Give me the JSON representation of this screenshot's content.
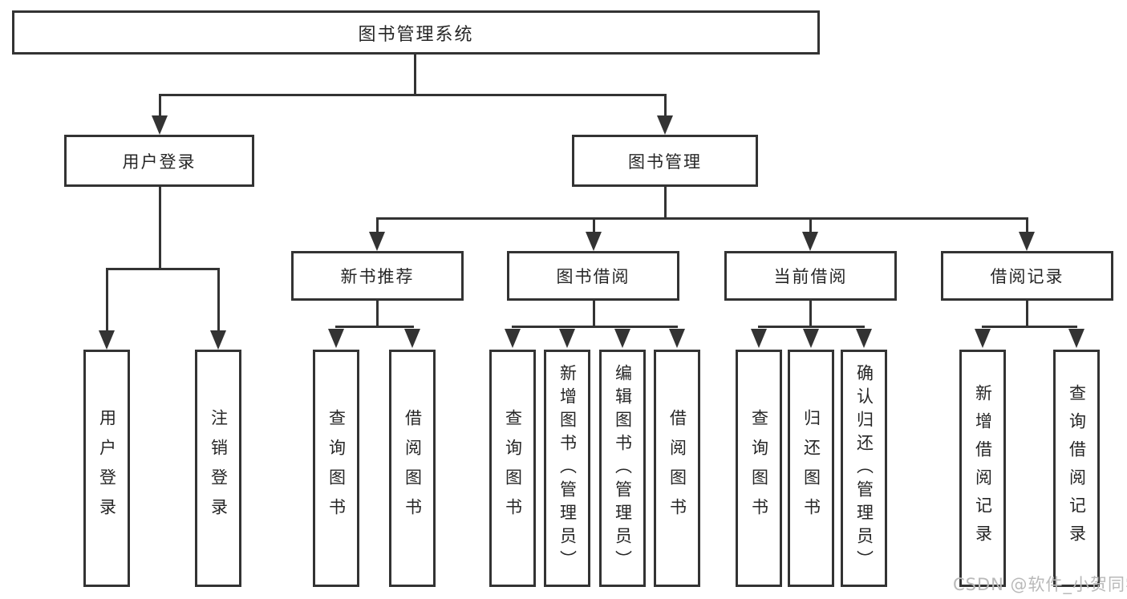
{
  "diagram_title": "图书管理系统",
  "watermark": {
    "text": "CSDN @软件_小贺同学"
  },
  "colors": {
    "line": "#333333",
    "box_border": "#333333",
    "box_fill": "#ffffff",
    "text": "#262626",
    "watermark": "#b9b9b9"
  },
  "tree": {
    "root": {
      "label": "图书管理系统"
    },
    "branches": [
      {
        "label": "用户登录",
        "children": [
          {
            "label": "用户登录"
          },
          {
            "label": "注销登录"
          }
        ]
      },
      {
        "label": "图书管理",
        "children": [
          {
            "label": "新书推荐",
            "children": [
              {
                "label": "查询图书"
              },
              {
                "label": "借阅图书"
              }
            ]
          },
          {
            "label": "图书借阅",
            "children": [
              {
                "label": "查询图书"
              },
              {
                "label": "新增图书（管理员）"
              },
              {
                "label": "编辑图书（管理员）"
              },
              {
                "label": "借阅图书"
              }
            ]
          },
          {
            "label": "当前借阅",
            "children": [
              {
                "label": "查询图书"
              },
              {
                "label": "归还图书"
              },
              {
                "label": "确认归还（管理员）"
              }
            ]
          },
          {
            "label": "借阅记录",
            "children": [
              {
                "label": "新增借阅记录"
              },
              {
                "label": "查询借阅记录"
              }
            ]
          }
        ]
      }
    ]
  }
}
